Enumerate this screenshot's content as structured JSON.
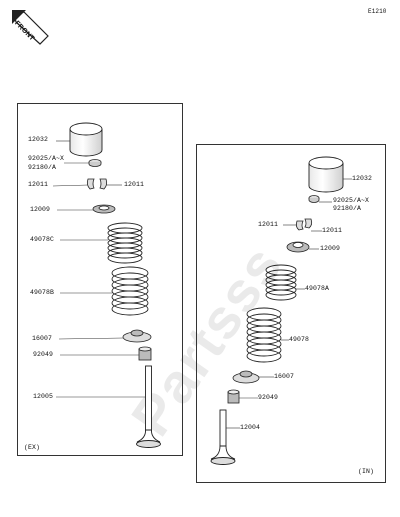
{
  "page_code": "E1210",
  "front_arrow_text": "FRONT",
  "watermark": "Partsss",
  "ex_panel": {
    "caption": "(EX)",
    "parts": {
      "tappet": "12032",
      "shim_a": "92025/A~X",
      "shim_b": "92180/A",
      "cotter_left": "12011",
      "cotter_right": "12011",
      "retainer": "12009",
      "inner_spring": "49078C",
      "outer_spring": "49078B",
      "spring_seat": "16007",
      "oil_seal": "92049",
      "valve": "12005"
    }
  },
  "in_panel": {
    "caption": "(IN)",
    "parts": {
      "tappet": "12032",
      "shim_a": "92025/A~X",
      "shim_b": "92180/A",
      "cotter_left": "12011",
      "cotter_right": "12011",
      "retainer": "12009",
      "inner_spring": "49078A",
      "outer_spring": "49078",
      "spring_seat": "16007",
      "oil_seal": "92049",
      "valve": "12004"
    }
  }
}
